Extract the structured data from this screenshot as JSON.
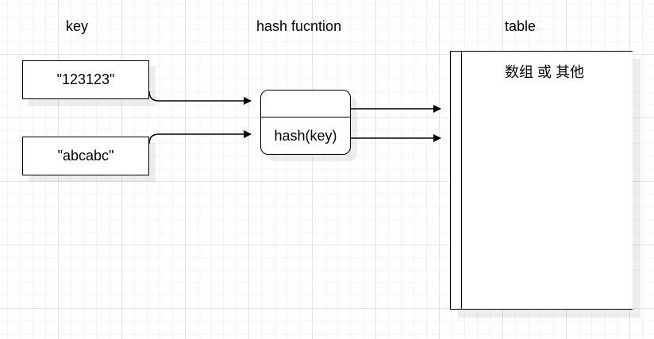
{
  "headers": {
    "key": "key",
    "hash_function": "hash fucntion",
    "table": "table"
  },
  "keys": [
    {
      "label": "\"123123\""
    },
    {
      "label": "\"abcabc\""
    }
  ],
  "hash_function": {
    "body": "hash(key)"
  },
  "table": {
    "content": "数组 或 其他"
  },
  "colors": {
    "stroke": "#000000",
    "grid": "#e3e3e3",
    "background": "#ffffff"
  }
}
